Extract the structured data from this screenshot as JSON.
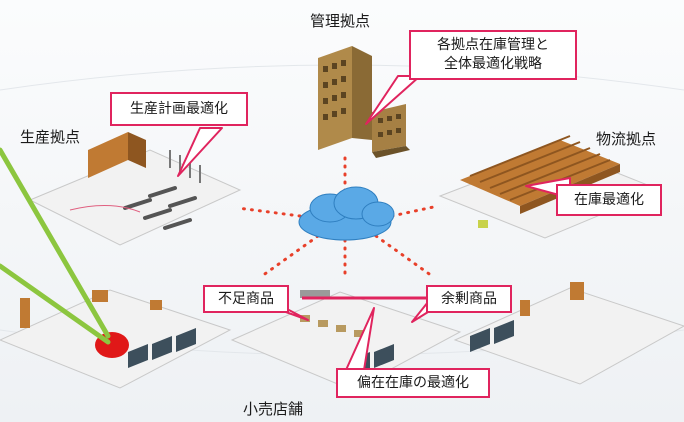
{
  "labels": {
    "management": "管理拠点",
    "production": "生産拠点",
    "logistics": "物流拠点",
    "retail": "小売店舗"
  },
  "callouts": {
    "management_line1": "各拠点在庫管理と",
    "management_line2": "全体最適化戦略",
    "production": "生産計画最適化",
    "logistics": "在庫最適化",
    "shortage": "不足商品",
    "surplus": "余剰商品",
    "rebalance": "偏在在庫の最適化"
  },
  "colors": {
    "callout_border": "#e0245e",
    "network_dots": "#e8402a",
    "cloud": "#5aa9e6",
    "pointer_line": "#8cc63f",
    "building": "#b08a4a",
    "shelves": "#c07a33",
    "highlight_zone": "#e01818"
  }
}
